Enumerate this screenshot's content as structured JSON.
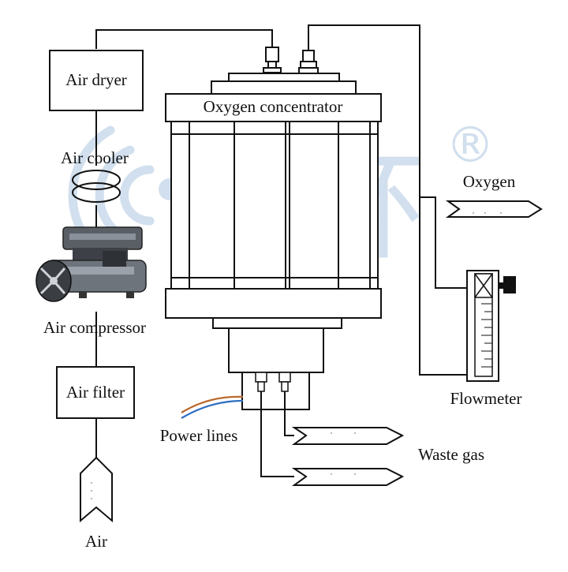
{
  "labels": {
    "air_dryer": "Air dryer",
    "air_cooler": "Air cooler",
    "air_compressor": "Air compressor",
    "air_filter": "Air filter",
    "air": "Air",
    "oxygen_concentrator": "Oxygen concentrator",
    "oxygen": "Oxygen",
    "flowmeter": "Flowmeter",
    "power_lines": "Power lines",
    "waste_gas": "Waste gas"
  },
  "watermark": {
    "text": "盛环",
    "registered_mark": "®",
    "color": "#9bb9da"
  },
  "colors": {
    "line": "#111111",
    "power_line_brown": "#b86a2e",
    "power_line_blue": "#2f6fc1"
  }
}
